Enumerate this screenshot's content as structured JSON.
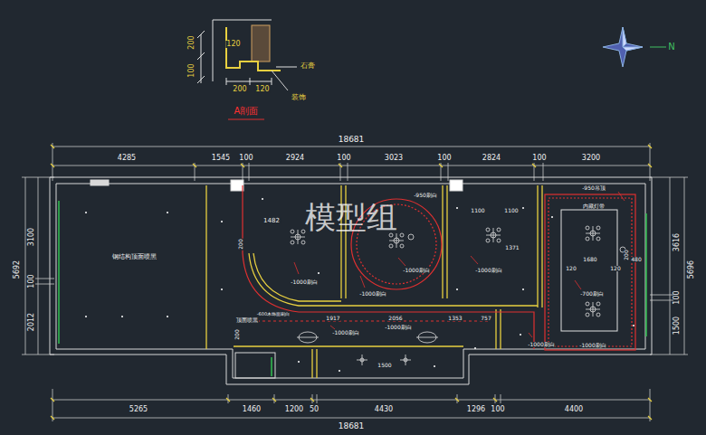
{
  "diagram": {
    "labels": [
      "200",
      "100",
      "120",
      "200",
      "120",
      "石膏",
      "装饰",
      "A剖面",
      "18681",
      "4285",
      "1545",
      "100",
      "2924",
      "100",
      "3023",
      "100",
      "2824",
      "100",
      "3200",
      "3100",
      "5692",
      "100",
      "2012",
      "3616",
      "5696",
      "100",
      "1500",
      "5265",
      "1460",
      "1200",
      "50",
      "4430",
      "1296",
      "100",
      "4400",
      "18681",
      "钢结构顶面喷黑",
      "1482",
      "200",
      "-950刷白",
      "-1000刷白",
      "-1000刷白",
      "-1000刷白",
      "1100",
      "1100",
      "1371",
      "-1000刷白",
      "-950吊顶",
      "内藏灯带",
      "1680",
      "120",
      "120",
      "200",
      "480",
      "-700刷白",
      "-1000刷白",
      "-1000刷白",
      "顶面喷黑",
      "-600木饰面刷白",
      "1917",
      "2056",
      "1353",
      "757",
      "-1000刷白",
      "-1000刷白",
      "1500",
      "200",
      "N",
      "模型组"
    ]
  }
}
